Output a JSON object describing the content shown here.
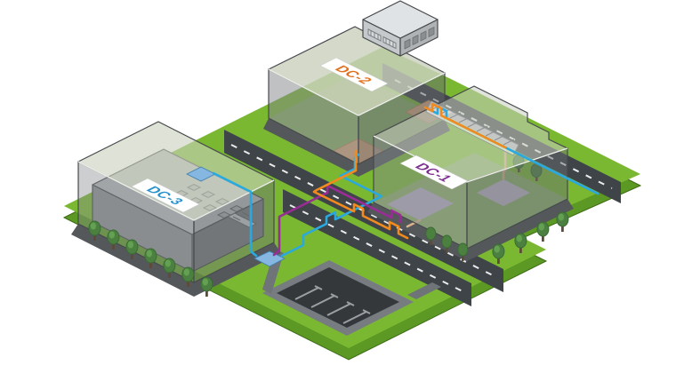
{
  "scene": {
    "background": "#ffffff",
    "ground": {
      "grass_top": "#7ab832",
      "grass_side": "#5b9824",
      "road": "#3f4448",
      "road_dash": "#ffffff",
      "sidewalk": "#777c80",
      "parking_asphalt": "#35383b",
      "parking_mark": "#9aa0a4",
      "building_apron": "#54585b"
    },
    "buildings": [
      {
        "id": "dc-1",
        "label": "DC-1",
        "label_color": "#7c2e8e",
        "pad_color": "#c1aed6"
      },
      {
        "id": "dc-2",
        "label": "DC-2",
        "label_color": "#e2711d",
        "pad_color": "#d8a87e"
      },
      {
        "id": "dc-3",
        "label": "DC-3",
        "label_color": "#2792cc",
        "pad_color": "#85b7e0"
      }
    ],
    "cables": [
      {
        "id": "blue-cable",
        "color": "#2aa9e0",
        "route": "DC-3 roof pad to ground pad, across roads to DC-2 pad; second run from DC-2 east pad along north road to campus edge"
      },
      {
        "id": "orange-cable",
        "color": "#f28a1d",
        "route": "DC-2 pads across roads and over cable tray into DC-1"
      },
      {
        "id": "purple-cable",
        "color": "#9a2c96",
        "route": "DC-1 equipment pad along road corridor to DC-3 ground pad"
      },
      {
        "id": "tan-cable",
        "color": "#d8b38c",
        "route": "interior runs to lavender equipment pads inside DC-1"
      }
    ],
    "trees": {
      "canopy": "#4c8040",
      "canopy_shade": "#3a6b34",
      "trunk": "#5d4a38"
    }
  }
}
